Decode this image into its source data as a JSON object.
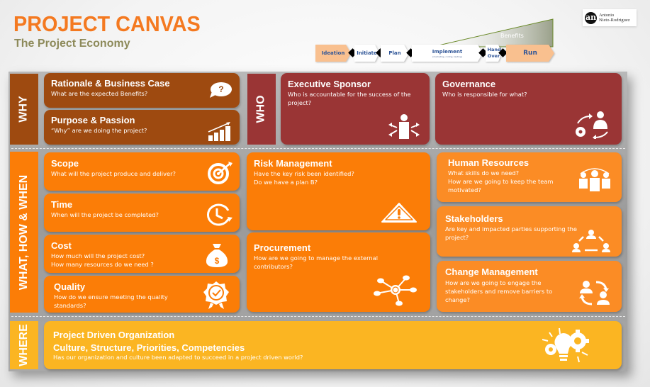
{
  "header": {
    "title": "PROJECT CANVAS",
    "subtitle": "The Project Economy",
    "logo_initials": "an",
    "logo_name_line1": "Antonio",
    "logo_name_line2": "Nieto-Rodriguez"
  },
  "lifecycle": {
    "benefits_label": "Benefits",
    "phases": [
      {
        "label": "Ideation"
      },
      {
        "label": "Initiate"
      },
      {
        "label": "Plan"
      },
      {
        "label": "Implement",
        "sublabel": "(marketing, coding, testing)"
      },
      {
        "label": "Hand Over"
      },
      {
        "label": "Run"
      }
    ]
  },
  "sections": {
    "why": "WHY",
    "who": "WHO",
    "what": "WHAT, HOW & WHEN",
    "where": "WHERE"
  },
  "cards": {
    "rationale": {
      "title": "Rationale & Business Case",
      "q": "What are the expected Benefits?",
      "icon": "question-bubble-icon"
    },
    "purpose": {
      "title": "Purpose & Passion",
      "q": "“Why” are we doing the project?",
      "icon": "growth-chart-icon"
    },
    "sponsor": {
      "title": "Executive Sponsor",
      "q": "Who is accountable for the success of the project?",
      "icon": "sponsor-arrows-icon"
    },
    "governance": {
      "title": "Governance",
      "q": "Who is responsible for what?",
      "icon": "governance-cycle-icon"
    },
    "scope": {
      "title": "Scope",
      "q": "What will the project produce and deliver?",
      "icon": "target-icon"
    },
    "time": {
      "title": "Time",
      "q": "When will the project be completed?",
      "icon": "clock-icon"
    },
    "cost": {
      "title": "Cost",
      "q1": "How much will the project cost?",
      "q2": "How many resources do we need ?",
      "icon": "money-bag-icon"
    },
    "quality": {
      "title": "Quality",
      "q": "How do we ensure meeting the quality standards?",
      "icon": "quality-badge-icon"
    },
    "risk": {
      "title": "Risk Management",
      "q1": "Have the key risk been identified?",
      "q2": "Do we have a plan B?",
      "icon": "warning-icon"
    },
    "procurement": {
      "title": "Procurement",
      "q": "How are we going to manage the external contributors?",
      "icon": "network-icon"
    },
    "hr": {
      "title": "Human Resources",
      "q1": "What skills do we need?",
      "q2": "How are we going to keep the team motivated?",
      "icon": "team-icon"
    },
    "stakeholders": {
      "title": "Stakeholders",
      "q": "Are key and impacted parties supporting the project?",
      "icon": "stakeholders-icon"
    },
    "change": {
      "title": "Change Management",
      "q": "How are we going to engage the stakeholders and remove barriers to change?",
      "icon": "people-exchange-icon"
    },
    "organization": {
      "title": "Project Driven Organization",
      "subtitle": "Culture, Structure, Priorities, Competencies",
      "q": "Has our organization and culture been adapted to succeed in a project driven world?",
      "icon": "lightbulb-gears-icon"
    }
  },
  "colors": {
    "title": "#f47920",
    "subtitle": "#8d8a5a",
    "why": "#9e4a10",
    "who": "#9a3535",
    "what": "#fb7d07",
    "what_right": "#fb8c25",
    "where": "#fbb522",
    "phase_highlight": "#f9c08f"
  }
}
